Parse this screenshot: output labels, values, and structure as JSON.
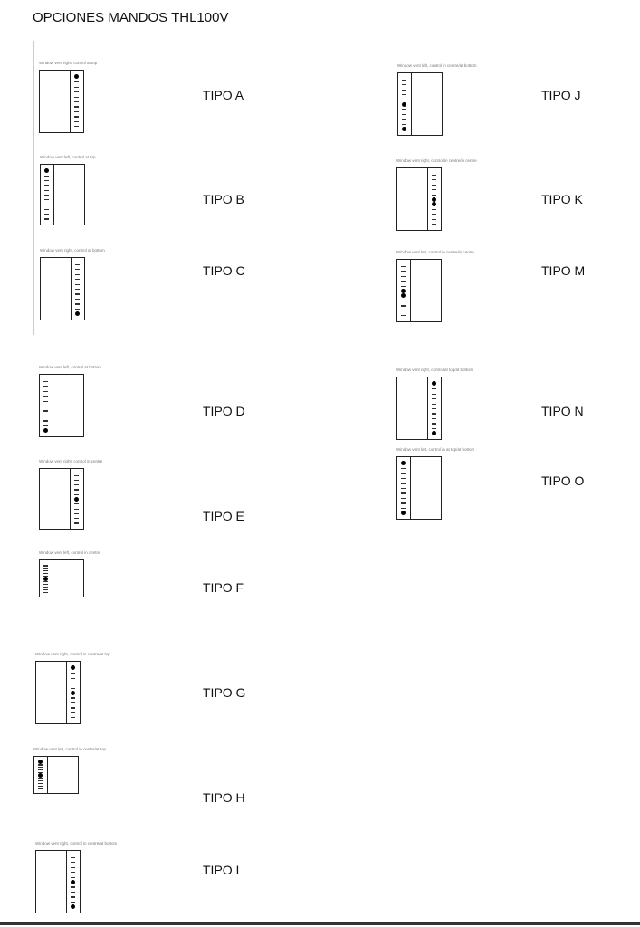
{
  "title": "OPCIONES MANDOS THL100V",
  "items": [
    {
      "label": "TIPO A",
      "caption": "Window vent right, control at top",
      "vent": "right",
      "dots": [
        0
      ]
    },
    {
      "label": "TIPO B",
      "caption": "Window vent left, control at top",
      "vent": "left",
      "dots": [
        0
      ]
    },
    {
      "label": "TIPO C",
      "caption": "Window vent right, control at bottom",
      "vent": "right",
      "dots": [
        10
      ]
    },
    {
      "label": "TIPO D",
      "caption": "Window vent left, control at bottom",
      "vent": "left",
      "dots": [
        10
      ]
    },
    {
      "label": "TIPO E",
      "caption": "Window vent right, control in centre",
      "vent": "right",
      "dots": [
        5
      ]
    },
    {
      "label": "TIPO F",
      "caption": "Window vent left, control in centre",
      "vent": "left",
      "dots": [
        5
      ]
    },
    {
      "label": "TIPO G",
      "caption": "Window vent right, control in centre/at top",
      "vent": "right",
      "dots": [
        0,
        5
      ]
    },
    {
      "label": "TIPO H",
      "caption": "Window vent left, control in centre/at top",
      "vent": "left",
      "dots": [
        0,
        5
      ]
    },
    {
      "label": "TIPO I",
      "caption": "Window vent right, control in centre/at bottom",
      "vent": "right",
      "dots": [
        5,
        10
      ]
    },
    {
      "label": "TIPO J",
      "caption": "Window vent left, control in centre/at bottom",
      "vent": "left",
      "dots": [
        5,
        10
      ]
    },
    {
      "label": "TIPO K",
      "caption": "Window vent right, control in centre/in centre",
      "vent": "right",
      "dots": [
        5,
        6
      ]
    },
    {
      "label": "TIPO M",
      "caption": "Window vent left, control in centre/in centre",
      "vent": "left",
      "dots": [
        5,
        6
      ]
    },
    {
      "label": "TIPO N",
      "caption": "Window vent right, control at top/at bottom",
      "vent": "right",
      "dots": [
        0,
        10
      ]
    },
    {
      "label": "TIPO O",
      "caption": "Window vent left, control in at top/at bottom",
      "vent": "left",
      "dots": [
        0,
        10
      ]
    }
  ]
}
